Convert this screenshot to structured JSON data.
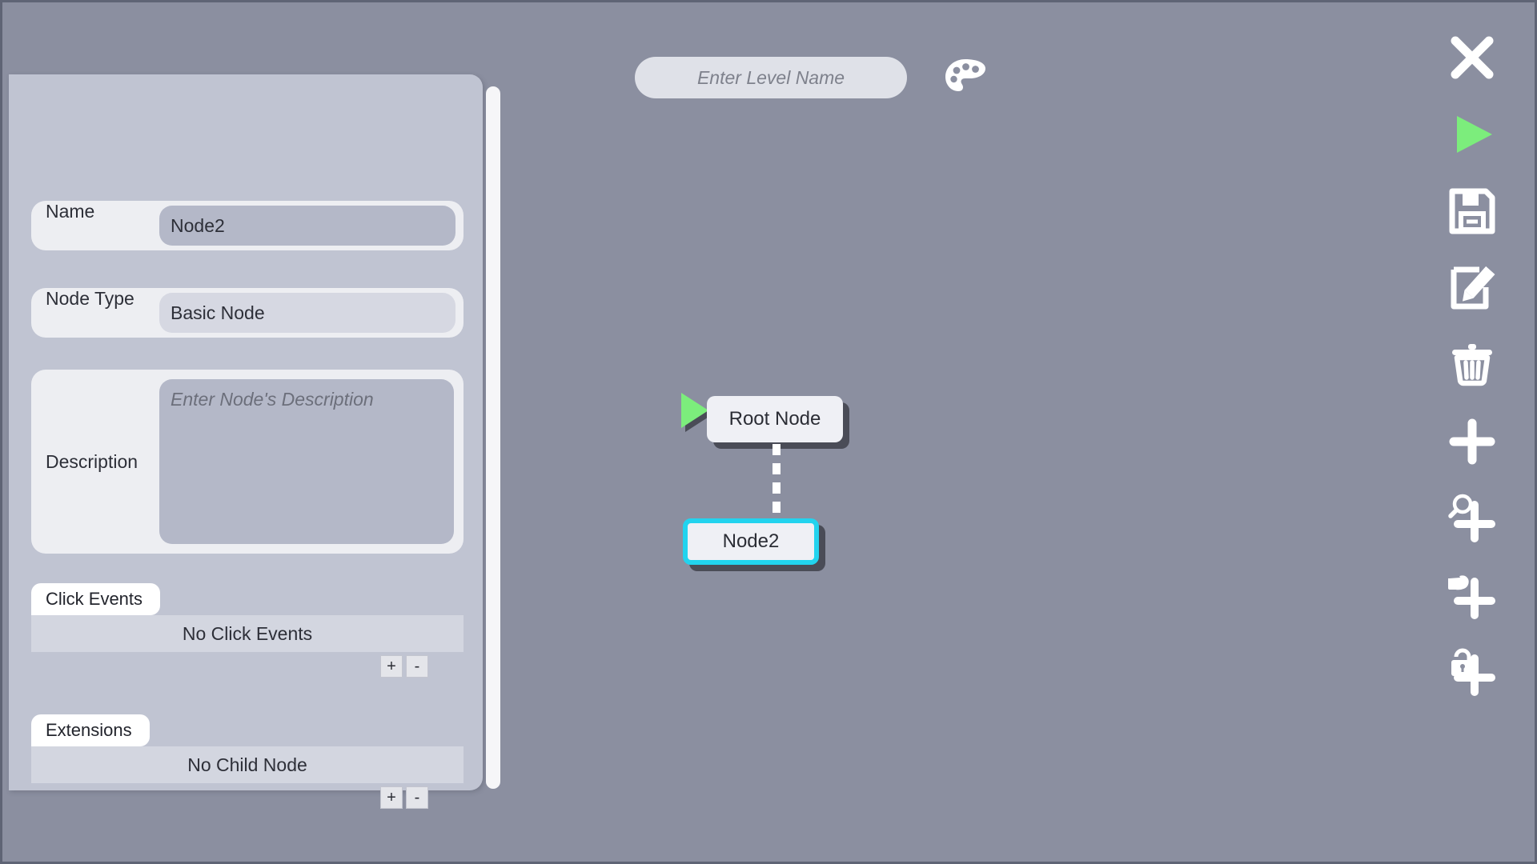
{
  "app": {
    "background_color": "#8b8fa0",
    "panel_color": "#c0c4d2",
    "accent_select_color": "#22d3ee",
    "accent_play_color": "#7ced7c"
  },
  "topbar": {
    "level_name": {
      "value": "",
      "placeholder": "Enter Level Name"
    },
    "palette_button": {
      "icon": "palette-icon",
      "label": "Palette"
    }
  },
  "inspector": {
    "fields": [
      {
        "label": "Name",
        "value": "Node2",
        "placeholder": ""
      },
      {
        "label": "Node Type",
        "value": "Basic Node",
        "placeholder": ""
      },
      {
        "label": "Description",
        "value": "",
        "placeholder": "Enter Node's Description"
      }
    ],
    "sections": [
      {
        "tab_label": "Click Events",
        "empty_text": "No Click Events",
        "add_label": "+",
        "remove_label": "-"
      },
      {
        "tab_label": "Extensions",
        "empty_text": "No Child Node",
        "add_label": "+",
        "remove_label": "-"
      }
    ]
  },
  "graph": {
    "nodes": [
      {
        "id": "root",
        "label": "Root Node",
        "selected": false,
        "is_root": true
      },
      {
        "id": "node2",
        "label": "Node2",
        "selected": true,
        "is_root": false
      }
    ],
    "link_style": "dashed"
  },
  "toolbar": {
    "buttons": [
      {
        "icon": "close-icon",
        "label": "Close"
      },
      {
        "icon": "play-icon",
        "label": "Play"
      },
      {
        "icon": "save-icon",
        "label": "Save"
      },
      {
        "icon": "edit-icon",
        "label": "Edit"
      },
      {
        "icon": "trash-icon",
        "label": "Delete"
      },
      {
        "icon": "plus-icon",
        "label": "Add Node"
      },
      {
        "icon": "magnifier-plus-icon",
        "label": "Add Inspect Node"
      },
      {
        "icon": "hand-plus-icon",
        "label": "Add Grab Node"
      },
      {
        "icon": "lock-plus-icon",
        "label": "Add Lock Node"
      }
    ]
  }
}
